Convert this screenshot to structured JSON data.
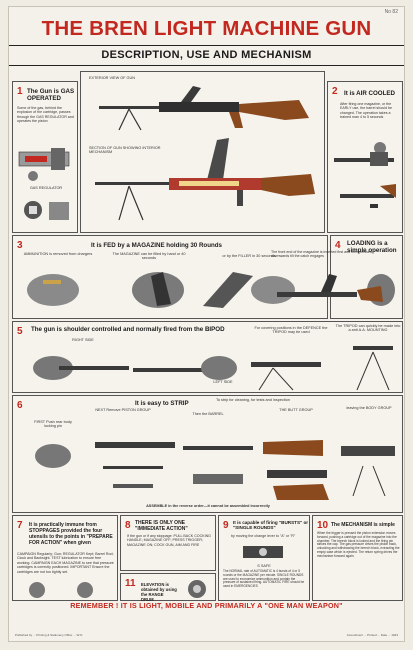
{
  "poster": {
    "ref": "No 82",
    "title": "THE BREN LIGHT MACHINE GUN",
    "subtitle": "DESCRIPTION, USE AND MECHANISM",
    "footer": "REMEMBER !  IT IS LIGHT, MOBILE AND PRIMARILY A \"ONE MAN WEAPON\"",
    "bottom_left": "Published by ... Printing & Stationery Office ... W.O.",
    "bottom_right": "Amendment ... Printed ... Date ... 1943"
  },
  "sections": {
    "s1": {
      "num": "1",
      "title": "The Gun is GAS OPERATED",
      "text": "Some of the gas, behind the explosion of the cartridge, passes through the GAS REGULATOR and operates the piston",
      "cap": "GAS REGULATOR"
    },
    "top": {
      "exterior": "EXTERIOR VIEW OF GUN",
      "section": "SECTION OF GUN SHOWING INTERIOR MECHANISM"
    },
    "s2": {
      "num": "2",
      "title": "It is AIR COOLED",
      "text": "After firing one magazine, or the EARLY use, the barrel should be changed. The operation takes a trained man 4 to 5 seconds"
    },
    "s3": {
      "num": "3",
      "title": "It is FED by a MAGAZINE holding 30 Rounds",
      "c1": "AMMUNITION is removed from chargers",
      "c2": "The MAGAZINE can be filled by hand or 40 seconds",
      "c3": "or by the FILLER in 30 seconds"
    },
    "s4": {
      "num": "4",
      "title": "LOADING is a simple operation",
      "text": "The front end of the magazine is inserted first and then pressed downwards till the catch engages"
    },
    "s5": {
      "num": "5",
      "title": "The gun is shoulder controlled and normally fired from the BIPOD",
      "c1": "RIGHT SIDE",
      "c2": "LEFT SIDE",
      "c3": "For covering positions in the DEFENCE the TRIPOD may be used",
      "c4": "The TRIPOD can quickly be made into a anti A.A. MOUNTING"
    },
    "s6": {
      "num": "6",
      "title": "It is easy to STRIP",
      "sub": "To strip for cleaning, for tests and inspection",
      "c1": "FIRST Push rear body locking pin",
      "c2": "NEXT Remove PISTON GROUP",
      "c3": "Then the BARREL",
      "c4": "THE BUTT GROUP",
      "c5": "leaving the BODY GROUP",
      "assemble": "ASSEMBLE in the reverse order—it cannot be assembled incorrectly"
    },
    "s7": {
      "num": "7",
      "title": "It is practically immune from STOPPAGES provided the four utensils to the points in \"PREPARE FOR ACTION\" when given",
      "text": "CAMPAIGN Regularly; Gun; REGULATOR Kept; Barrel Rod; Clock and Backsight. TEST lubrication to ensure free working. CAMPAIGN EACH MAGAZINE to see that pressure cartridges is correctly positioned. IMPORTANT Ensure the cartridges are not too tightly set."
    },
    "s8": {
      "num": "8",
      "title": "THERE IS ONLY ONE \"IMMEDIATE ACTION\"",
      "text": "If the gun or if any stoppage: PULL BACK COCKING HANDLE; MAGAZINE OFF; PRESS TRIGGER; MAGAZINE ON; COCK GUN, AIM AND FIRE"
    },
    "s9": {
      "num": "9",
      "title": "It is capable of firing \"BURSTS\" or \"SINGLE ROUNDS\"",
      "text": "by moving the change lever to \"A\" or \"R\"",
      "c1": "S SAFE",
      "text2": "The NORMAL rate of AUTOMATIC is 4 bursts of 4 or 5 rounds or the MAGAZINE per minute. SINGLE ROUNDS are used to economize ammunition and contain the pressure of sustained firing. AUTOMATIC FIRE should be used in EMERGENCIES"
    },
    "s10": {
      "num": "10",
      "title": "The MECHANISM is simple",
      "text": "When the trigger is pressed the piston extension moves forward, pushing a cartridge out of the magazine into the chamber. The breech block is locked and the firing pin strikes the cap. The gas pressure drives the piston back, unlocking and withdrawing the breech block, extracting the empty case which is ejected. The return spring drives the mechanism forward again."
    },
    "s11": {
      "num": "11",
      "title": "ELEVATION is obtained by using the RANGE DRUM"
    }
  }
}
